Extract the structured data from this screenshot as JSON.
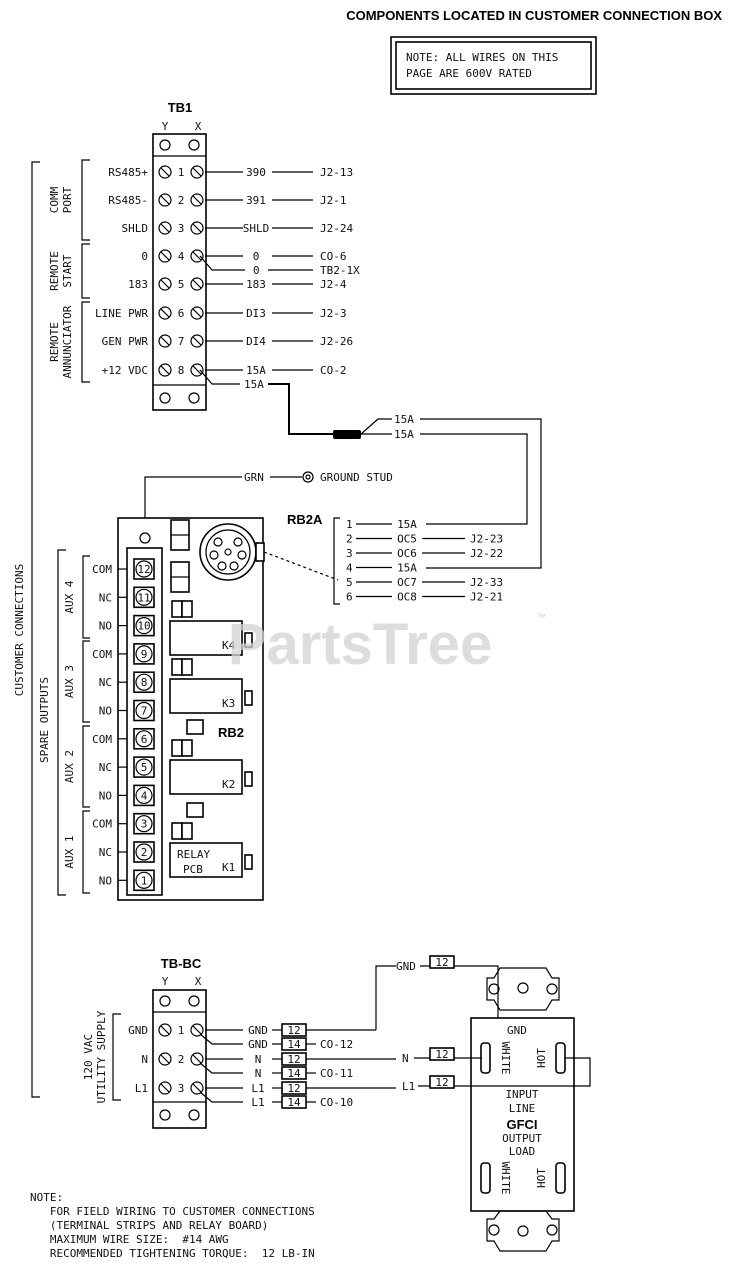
{
  "header": {
    "title": "COMPONENTS LOCATED IN CUSTOMER CONNECTION BOX",
    "note": [
      "NOTE:  ALL WIRES ON THIS",
      "PAGE ARE 600V RATED"
    ]
  },
  "tb1": {
    "title": "TB1",
    "col_y": "Y",
    "col_x": "X",
    "groups": {
      "comm": [
        "COMM",
        "PORT"
      ],
      "remote_start": [
        "REMOTE",
        "START"
      ],
      "annunciator": [
        "REMOTE",
        "ANNUNCIATOR"
      ]
    },
    "rows": [
      {
        "label": "RS485+",
        "num": "1",
        "wire": "390",
        "dest": "J2-13"
      },
      {
        "label": "RS485-",
        "num": "2",
        "wire": "391",
        "dest": "J2-1"
      },
      {
        "label": "SHLD",
        "num": "3",
        "wire": "SHLD",
        "dest": "J2-24"
      },
      {
        "label": "0",
        "num": "4",
        "wire": "0",
        "dest": "CO-6"
      },
      {
        "label": "183",
        "num": "5",
        "wire": "183",
        "dest": "J2-4"
      },
      {
        "label": "LINE PWR",
        "num": "6",
        "wire": "DI3",
        "dest": "J2-3"
      },
      {
        "label": "GEN PWR",
        "num": "7",
        "wire": "DI4",
        "dest": "J2-26"
      },
      {
        "label": "+12  VDC",
        "num": "8",
        "wire": "15A",
        "dest": "CO-2"
      }
    ],
    "extra": [
      {
        "wire": "0",
        "dest": "TB2-1X"
      },
      {
        "wire": "15A"
      }
    ]
  },
  "splice": {
    "top": "15A",
    "bottom": "15A"
  },
  "ground": {
    "wire": "GRN",
    "label": "GROUND  STUD"
  },
  "rb2a": {
    "title": "RB2A",
    "pins": [
      {
        "pin": "1",
        "wire": "15A",
        "dest": ""
      },
      {
        "pin": "2",
        "wire": "OC5",
        "dest": "J2-23"
      },
      {
        "pin": "3",
        "wire": "OC6",
        "dest": "J2-22"
      },
      {
        "pin": "4",
        "wire": "15A",
        "dest": ""
      },
      {
        "pin": "5",
        "wire": "OC7",
        "dest": "J2-33"
      },
      {
        "pin": "6",
        "wire": "OC8",
        "dest": "J2-21"
      }
    ]
  },
  "rb2": {
    "title": "RB2",
    "terminals": [
      "12",
      "11",
      "10",
      "9",
      "8",
      "7",
      "6",
      "5",
      "4",
      "3",
      "2",
      "1"
    ],
    "contacts": [
      "COM",
      "NC",
      "NO",
      "COM",
      "NC",
      "NO",
      "COM",
      "NC",
      "NO",
      "COM",
      "NC",
      "NO"
    ],
    "aux": [
      "AUX 4",
      "AUX 3",
      "AUX 2",
      "AUX 1"
    ],
    "relays": [
      "K4",
      "K3",
      "K2",
      "K1"
    ],
    "pcb": [
      "RELAY",
      "PCB"
    ],
    "spare": "SPARE  OUTPUTS",
    "customer": "CUSTOMER  CONNECTIONS"
  },
  "tbbc": {
    "title": "TB-BC",
    "col_y": "Y",
    "col_x": "X",
    "supply": [
      "120 VAC",
      "UTILITY SUPPLY"
    ],
    "rows": [
      {
        "label": "GND",
        "num": "1"
      },
      {
        "label": "N",
        "num": "2"
      },
      {
        "label": "L1",
        "num": "3"
      }
    ],
    "wires": [
      {
        "name": "GND",
        "gauge": "12",
        "dest": ""
      },
      {
        "name": "GND",
        "gauge": "14",
        "dest": "CO-12"
      },
      {
        "name": "N",
        "gauge": "12",
        "dest": ""
      },
      {
        "name": "N",
        "gauge": "14",
        "dest": "CO-11"
      },
      {
        "name": "L1",
        "gauge": "12",
        "dest": ""
      },
      {
        "name": "L1",
        "gauge": "14",
        "dest": "CO-10"
      }
    ]
  },
  "gfci": {
    "gnd_wire": "GND",
    "gnd_gauge": "12",
    "n_wire": "N",
    "n_gauge": "12",
    "l1_wire": "L1",
    "l1_gauge": "12",
    "gnd_label": "GND",
    "white": "WHITE",
    "hot": "HOT",
    "input": "INPUT",
    "line": "LINE",
    "name": "GFCI",
    "output": "OUTPUT",
    "load": "LOAD"
  },
  "footer_note": [
    "NOTE:",
    "   FOR FIELD WIRING TO CUSTOMER CONNECTIONS",
    "   (TERMINAL STRIPS AND RELAY BOARD)",
    "   MAXIMUM WIRE SIZE:  #14 AWG",
    "   RECOMMENDED TIGHTENING TORQUE:  12 LB-IN"
  ],
  "watermark": "PartsTree"
}
